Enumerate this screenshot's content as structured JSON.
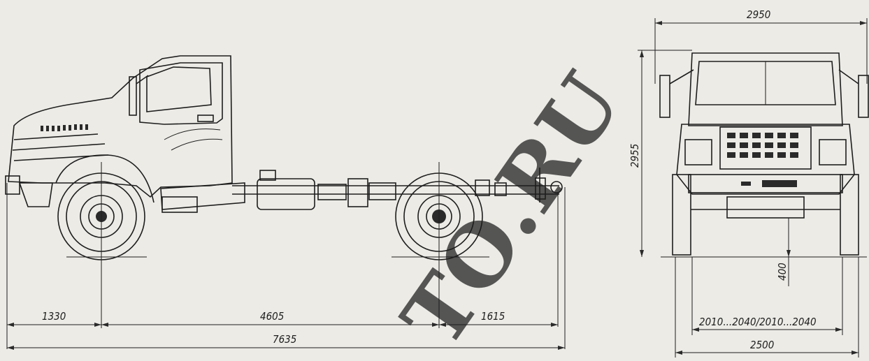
{
  "drawing": {
    "side_view": {
      "dim_front_overhang": "1330",
      "dim_wheelbase": "4605",
      "dim_rear_overhang": "1615",
      "dim_overall_length": "7635"
    },
    "front_view": {
      "dim_overall_width": "2950",
      "dim_height": "2955",
      "dim_ground_clearance": "400",
      "dim_track": "2010...2040/2010...2040",
      "dim_body_width": "2500"
    },
    "watermark": "ТО.RU",
    "colors": {
      "ink": "#1e1e1e",
      "paper": "#ecebe6",
      "watermark": "#1c1c1c"
    }
  }
}
